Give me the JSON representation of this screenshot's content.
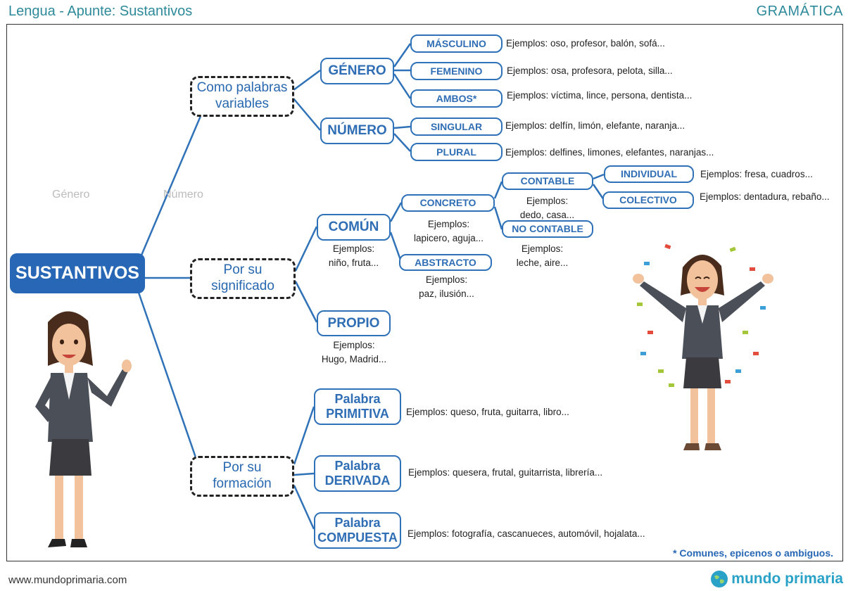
{
  "header": {
    "left": "Lengua - Apunte: Sustantivos",
    "right": "GRAMÁTICA"
  },
  "root": "SUSTANTIVOS",
  "categories": {
    "variables": "Como palabras variables",
    "significado": "Por su significado",
    "formacion": "Por su formación"
  },
  "variables": {
    "genero": "GÉNERO",
    "numero": "NÚMERO",
    "masculino": "MÁSCULINO",
    "masculino_ex": "Ejemplos: oso, profesor, balón, sofá...",
    "femenino": "FEMENINO",
    "femenino_ex": "Ejemplos: osa, profesora, pelota, silla...",
    "ambos": "AMBOS*",
    "ambos_ex": "Ejemplos: víctima, lince, persona, dentista...",
    "singular": "SINGULAR",
    "singular_ex": "Ejemplos:  delfín, limón, elefante, naranja...",
    "plural": "PLURAL",
    "plural_ex": "Ejemplos:  delfines, limones, elefantes, naranjas..."
  },
  "significado": {
    "comun": "COMÚN",
    "comun_ex": "Ejemplos:\nniño, fruta...",
    "propio": "PROPIO",
    "propio_ex": "Ejemplos:\nHugo, Madrid...",
    "concreto": "CONCRETO",
    "concreto_ex": "Ejemplos:\nlapicero, aguja...",
    "abstracto": "ABSTRACTO",
    "abstracto_ex": "Ejemplos:\npaz, ilusión...",
    "contable": "CONTABLE",
    "contable_ex": "Ejemplos:\ndedo, casa...",
    "no_contable": "NO CONTABLE",
    "no_contable_ex": "Ejemplos:\nleche, aire...",
    "individual": "INDIVIDUAL",
    "individual_ex": "Ejemplos: fresa, cuadros...",
    "colectivo": "COLECTIVO",
    "colectivo_ex": "Ejemplos: dentadura, rebaño..."
  },
  "formacion": {
    "primitiva": "Palabra PRIMITIVA",
    "primitiva_ex": "Ejemplos: queso, fruta, guitarra, libro...",
    "derivada": "Palabra DERIVADA",
    "derivada_ex": "Ejemplos: quesera, frutal, guitarrista, librería...",
    "compuesta": "Palabra COMPUESTA",
    "compuesta_ex": "Ejemplos: fotografía, cascanueces, automóvil, hojalata..."
  },
  "faint_labels": {
    "genero": "Género",
    "numero": "Número"
  },
  "note": "* Comunes, epicenos o ambiguos.",
  "footer": {
    "url": "www.mundoprimaria.com",
    "brand": "mundo primaria"
  },
  "colors": {
    "accent": "#2767b5",
    "line": "#2f72b8",
    "header": "#2e8a9a",
    "brand": "#2aa2c8"
  }
}
